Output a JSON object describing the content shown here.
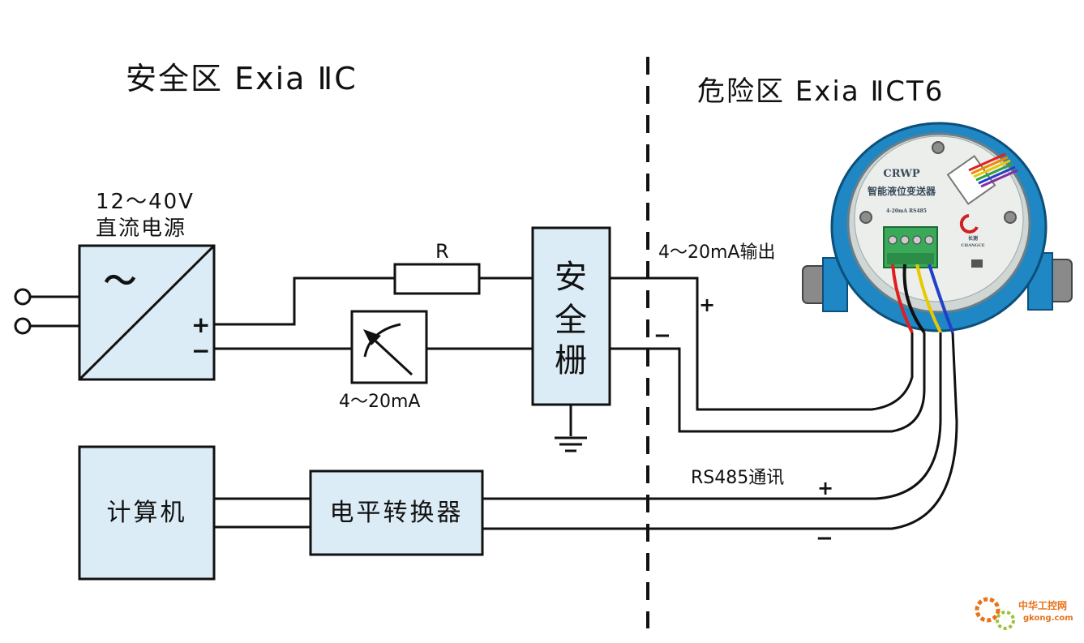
{
  "zones": {
    "safe": "安全区  Exia  ⅡC",
    "hazard": "危险区 Exia  ⅡCT6"
  },
  "power_supply": {
    "voltage": "12～40V",
    "name": "直流电源",
    "ac_symbol": "～",
    "plus": "+",
    "minus": "−"
  },
  "resistor": {
    "label": "R"
  },
  "meter": {
    "label": "4～20mA"
  },
  "barrier": {
    "line1": "安",
    "line2": "全",
    "line3": "栅"
  },
  "output": {
    "label": "4～20mA输出",
    "plus": "+",
    "minus": "−"
  },
  "computer": {
    "label": "计算机"
  },
  "converter": {
    "label": "电平转换器"
  },
  "rs485": {
    "label": "RS485通讯",
    "plus": "+",
    "minus": "−"
  },
  "device": {
    "model": "CRWP",
    "name": "智能液位变送器",
    "terminals": "4-20mA  RS485",
    "brand": "长测",
    "brand_en": "CHANGCE"
  },
  "watermark": {
    "text": "中华工控网",
    "url": "gkong.com"
  },
  "colors": {
    "box_fill": "#dcecf6",
    "line": "#111111",
    "device_body": "#1f87c4",
    "device_face": "#eceeec",
    "terminal": "#3aaa5a",
    "wire_red": "#e02020",
    "wire_yellow": "#e8c800",
    "wire_blue": "#2040c8",
    "watermark": "#e8731a"
  }
}
